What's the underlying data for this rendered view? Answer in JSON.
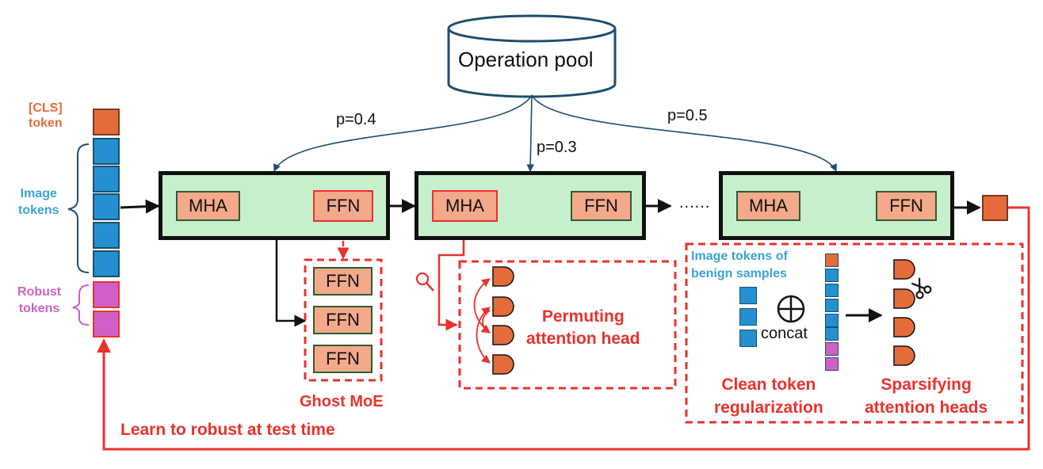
{
  "operation_pool": "Operation pool",
  "probabilities": {
    "p1": "p=0.4",
    "p2": "p=0.3",
    "p3": "p=0.5"
  },
  "tokens": {
    "cls": "[CLS]\ntoken",
    "image": "Image\ntokens",
    "robust": "Robust\ntokens"
  },
  "blocks": {
    "mha": "MHA",
    "ffn": "FFN"
  },
  "ellipsis": "......",
  "ghost_moe": {
    "title": "Ghost MoE",
    "experts": [
      "FFN",
      "FFN",
      "FFN"
    ]
  },
  "permuting": {
    "title": "Permuting\nattention head"
  },
  "clean": {
    "benign_label": "Image tokens of\nbenign samples",
    "concat_label": "concat",
    "title": "Clean token\nregularization",
    "sparsify_title": "Sparsifying\nattention heads"
  },
  "feedback_label": "Learn to robust at test time",
  "colors": {
    "red": "#e8322b",
    "green_fill": "#c6efcd",
    "mha_fill": "#f4a98a",
    "token_blue": "#2590cf",
    "cls_orange": "#e46c3a",
    "robust_pink": "#d060c8",
    "label_blue": "#3ba2d4",
    "label_pink": "#cc5fc6",
    "label_orange": "#e46c3a"
  }
}
